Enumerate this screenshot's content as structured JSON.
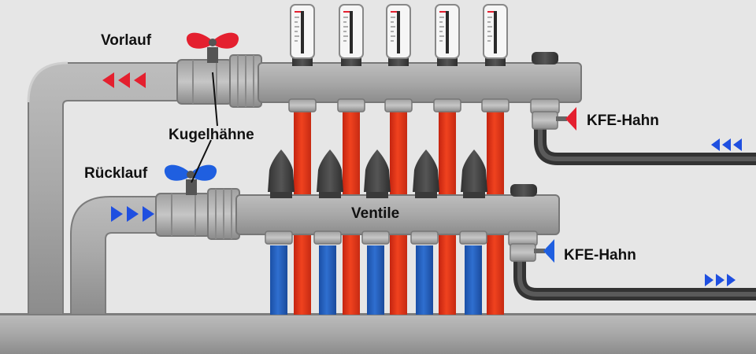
{
  "labels": {
    "vorlauf": "Vorlauf",
    "kugelhaehne": "Kugelhähne",
    "ruecklauf": "Rücklauf",
    "ventile": "Ventile",
    "kfe_top": "KFE-Hahn",
    "kfe_bottom": "KFE-Hahn"
  },
  "colors": {
    "background": "#e6e6e6",
    "pipe_gray": "#a9a9a9",
    "supply_red": "#e8311a",
    "return_blue": "#1f5fbf",
    "arrow_red": "#e4202f",
    "arrow_blue": "#1f4fe0"
  },
  "icons": {
    "valve_handle_top": "butterfly-handle-red-icon",
    "valve_handle_bottom": "butterfly-handle-blue-icon",
    "flow_arrow": "triangle-arrow-icon",
    "flow_meter": "flow-meter-icon",
    "valve_cap": "valve-cap-icon"
  }
}
